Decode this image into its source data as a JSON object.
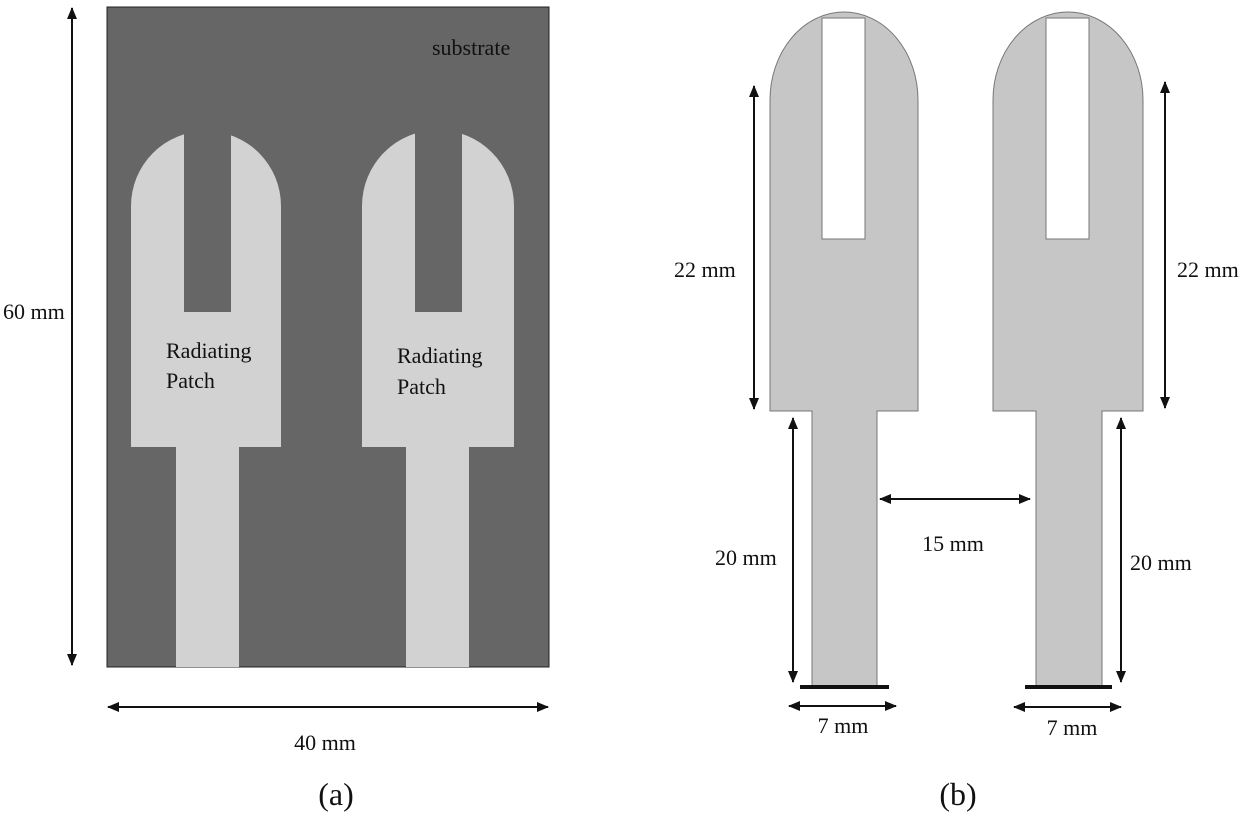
{
  "colors": {
    "substrate": "#666666",
    "patch_a": "#d2d2d2",
    "patch_b": "#c6c6c6",
    "slot_b": "#ffffff",
    "line": "#111111"
  },
  "panel_a": {
    "substrate_label": "substrate",
    "patch_label_1_line1": "Radiating",
    "patch_label_1_line2": "Patch",
    "patch_label_2_line1": "Radiating",
    "patch_label_2_line2": "Patch",
    "height_label": "60 mm",
    "width_label": "40 mm",
    "caption": "(a)"
  },
  "panel_b": {
    "patch_left_height_label": "22 mm",
    "patch_right_height_label": "22 mm",
    "feed_left_length_label": "20 mm",
    "feed_right_length_label": "20 mm",
    "gap_label": "15 mm",
    "feed_left_width_label": "7 mm",
    "feed_right_width_label": "7 mm",
    "caption": "(b)"
  }
}
